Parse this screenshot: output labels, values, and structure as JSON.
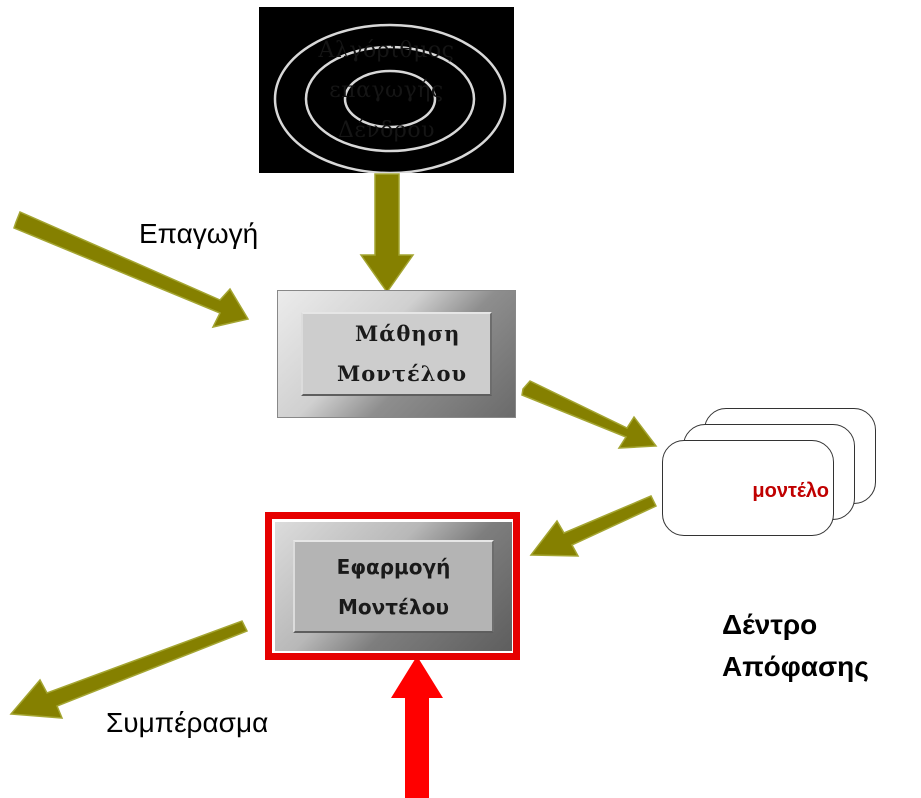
{
  "algorithm_box": {
    "label_lines": [
      "Αλγόριθμος",
      "επαγωγής",
      "Δένδρου"
    ]
  },
  "learn_model": {
    "line1": "Μάθηση",
    "line2": "Μοντέλου"
  },
  "apply_model": {
    "line1": "Εφαρμογή",
    "line2": "Μοντέλου"
  },
  "model_card": {
    "label": "μοντέλο"
  },
  "induction_label": "Επαγωγή",
  "conclusion_label": "Συμπέρασμα",
  "decision_tree": {
    "line1": "Δέντρο",
    "line2": "Απόφασης"
  },
  "colors": {
    "arrow_olive": "#858000",
    "arrow_outline": "#9b9c28",
    "highlight_red": "#e60000",
    "model_text": "#c00000"
  }
}
